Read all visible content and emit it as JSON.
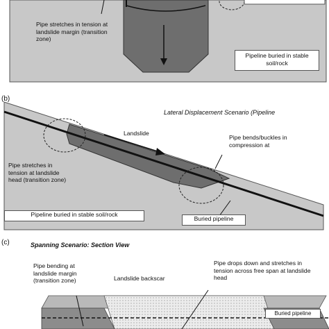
{
  "panel_a": {
    "pipe_tension_label": "Pipe stretches in tension at landslide margin (transition zone)",
    "stable_label": "Pipeline buried in stable soil/rock"
  },
  "panel_b": {
    "tag": "(b)",
    "title": "Lateral Displacement Scenario (Pipeline",
    "landslide_label": "Landslide",
    "compression_label": "Pipe bends/buckles in compression at",
    "tension_label": "Pipe stretches in tension at landslide head (transition zone)",
    "stable_label": "Pipeline buried in stable soil/rock",
    "buried_label": "Buried pipeline"
  },
  "panel_c": {
    "tag": "(c)",
    "title": "Spanning Scenario: Section View",
    "bending_label": "Pipe bending at landslide margin (transition zone)",
    "backscar_label": "Landslide backscar",
    "drops_label": "Pipe drops down and stretches in tension across free span at landslide head",
    "buried_label": "Buried pipeline"
  },
  "colors": {
    "ground": "#c8c8c8",
    "slide": "#6e6e6e",
    "pipe": "#111111",
    "border": "#555555"
  }
}
